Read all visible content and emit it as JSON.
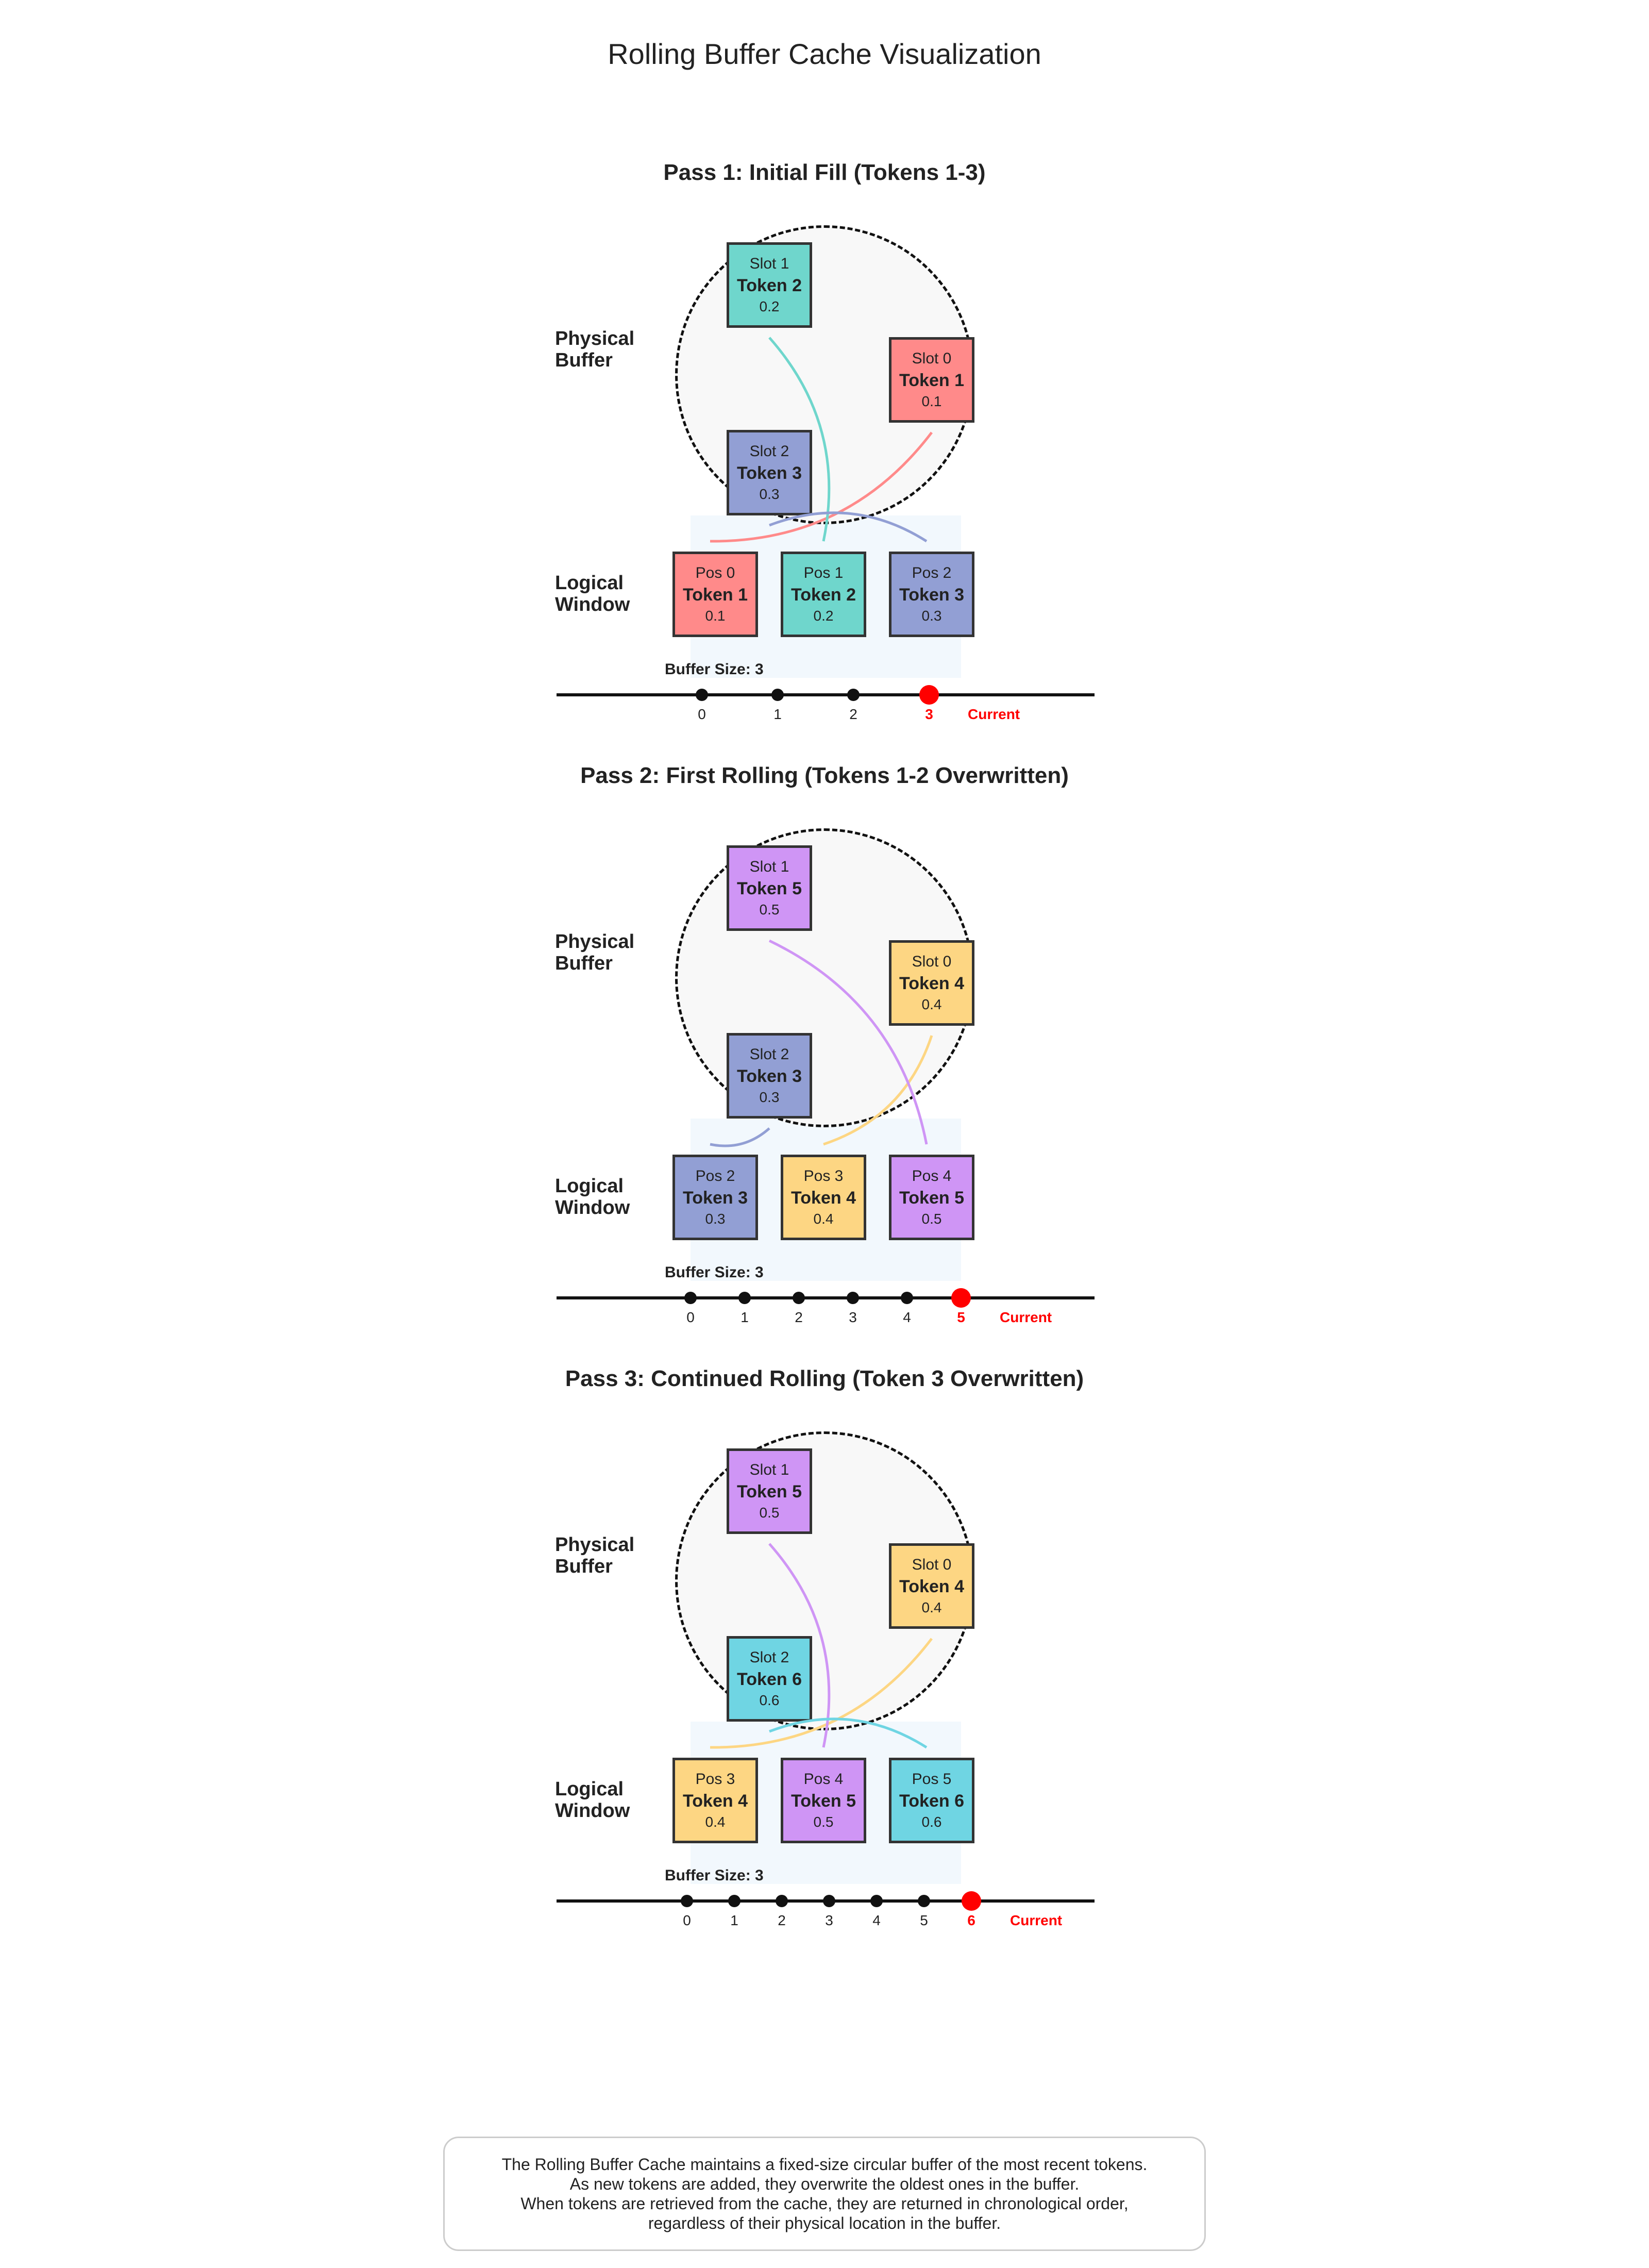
{
  "title": "Rolling Buffer Cache Visualization",
  "colors": {
    "red": "#ff8a8a",
    "teal": "#6fd6cc",
    "slate": "#929fd4",
    "purple": "#cf95f5",
    "yellow": "#fdd683",
    "cyan": "#6fd5e3",
    "current": "#ff0000"
  },
  "passes": [
    {
      "title": "Pass 1: Initial Fill (Tokens 1-3)",
      "physical_label": [
        "Physical",
        "Buffer"
      ],
      "logical_label": [
        "Logical",
        "Window"
      ],
      "slots": [
        {
          "slot": "Slot 0",
          "token": "Token 1",
          "value": "0.1",
          "color": "red"
        },
        {
          "slot": "Slot 1",
          "token": "Token 2",
          "value": "0.2",
          "color": "teal"
        },
        {
          "slot": "Slot 2",
          "token": "Token 3",
          "value": "0.3",
          "color": "slate"
        }
      ],
      "window": [
        {
          "pos": "Pos 0",
          "token": "Token 1",
          "value": "0.1",
          "color": "red",
          "slot_index": 0
        },
        {
          "pos": "Pos 1",
          "token": "Token 2",
          "value": "0.2",
          "color": "teal",
          "slot_index": 1
        },
        {
          "pos": "Pos 2",
          "token": "Token 3",
          "value": "0.3",
          "color": "slate",
          "slot_index": 2
        }
      ],
      "buffer_size": "Buffer Size: 3",
      "timeline": [
        "0",
        "1",
        "2",
        "3"
      ],
      "current_label": "Current"
    },
    {
      "title": "Pass 2: First Rolling (Tokens 1-2 Overwritten)",
      "physical_label": [
        "Physical",
        "Buffer"
      ],
      "logical_label": [
        "Logical",
        "Window"
      ],
      "slots": [
        {
          "slot": "Slot 0",
          "token": "Token 4",
          "value": "0.4",
          "color": "yellow"
        },
        {
          "slot": "Slot 1",
          "token": "Token 5",
          "value": "0.5",
          "color": "purple"
        },
        {
          "slot": "Slot 2",
          "token": "Token 3",
          "value": "0.3",
          "color": "slate"
        }
      ],
      "window": [
        {
          "pos": "Pos 2",
          "token": "Token 3",
          "value": "0.3",
          "color": "slate",
          "slot_index": 2
        },
        {
          "pos": "Pos 3",
          "token": "Token 4",
          "value": "0.4",
          "color": "yellow",
          "slot_index": 0
        },
        {
          "pos": "Pos 4",
          "token": "Token 5",
          "value": "0.5",
          "color": "purple",
          "slot_index": 1
        }
      ],
      "buffer_size": "Buffer Size: 3",
      "timeline": [
        "0",
        "1",
        "2",
        "3",
        "4",
        "5"
      ],
      "current_label": "Current"
    },
    {
      "title": "Pass 3: Continued Rolling (Token 3 Overwritten)",
      "physical_label": [
        "Physical",
        "Buffer"
      ],
      "logical_label": [
        "Logical",
        "Window"
      ],
      "slots": [
        {
          "slot": "Slot 0",
          "token": "Token 4",
          "value": "0.4",
          "color": "yellow"
        },
        {
          "slot": "Slot 1",
          "token": "Token 5",
          "value": "0.5",
          "color": "purple"
        },
        {
          "slot": "Slot 2",
          "token": "Token 6",
          "value": "0.6",
          "color": "cyan"
        }
      ],
      "window": [
        {
          "pos": "Pos 3",
          "token": "Token 4",
          "value": "0.4",
          "color": "yellow",
          "slot_index": 0
        },
        {
          "pos": "Pos 4",
          "token": "Token 5",
          "value": "0.5",
          "color": "purple",
          "slot_index": 1
        },
        {
          "pos": "Pos 5",
          "token": "Token 6",
          "value": "0.6",
          "color": "cyan",
          "slot_index": 2
        }
      ],
      "buffer_size": "Buffer Size: 3",
      "timeline": [
        "0",
        "1",
        "2",
        "3",
        "4",
        "5",
        "6"
      ],
      "current_label": "Current"
    }
  ],
  "footer": [
    "The Rolling Buffer Cache maintains a fixed-size circular buffer of the most recent tokens.",
    "As new tokens are added, they overwrite the oldest ones in the buffer.",
    "When tokens are retrieved from the cache, they are returned in chronological order,",
    "regardless of their physical location in the buffer."
  ]
}
